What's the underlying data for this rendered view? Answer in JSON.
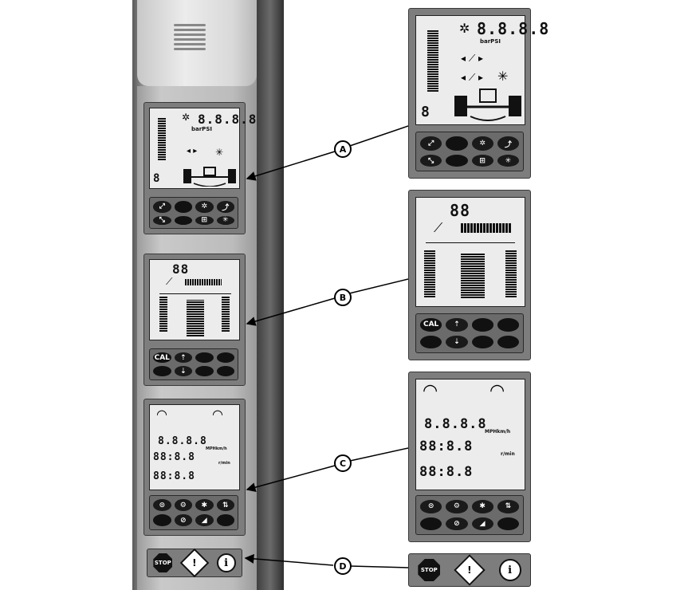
{
  "callouts": [
    "A",
    "B",
    "C",
    "D"
  ],
  "display_a": {
    "digits": "8.8.8.8",
    "unit": "barPSI",
    "small_digit": "8",
    "icons": [
      "fan-icon",
      "hitch-icon",
      "arrow-icons",
      "steering-icon",
      "snowflake-icon"
    ]
  },
  "display_b": {
    "digits": "88",
    "key_cal": "CAL"
  },
  "display_c": {
    "digits_top": "8.8.8.8",
    "unit": "MPHkm/h",
    "digits_mid": "88:8.8",
    "digits_bot": "88:8.8",
    "rpm_label": "r/min"
  },
  "warning_strip": {
    "stop_label": "STOP",
    "warn_label": "!",
    "info_label": "i"
  },
  "colors": {
    "panel": "#7d7d7d",
    "lcd": "#ececec",
    "key": "#111111"
  }
}
